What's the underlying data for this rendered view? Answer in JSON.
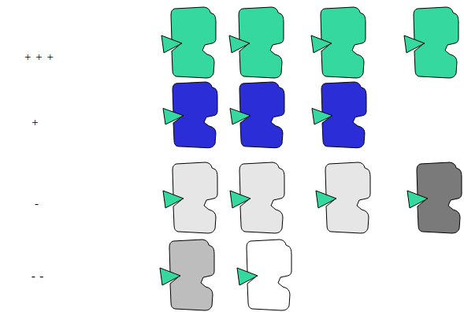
{
  "diagram": {
    "labels": [
      "+ + +",
      "+",
      "-",
      "- -"
    ]
  }
}
